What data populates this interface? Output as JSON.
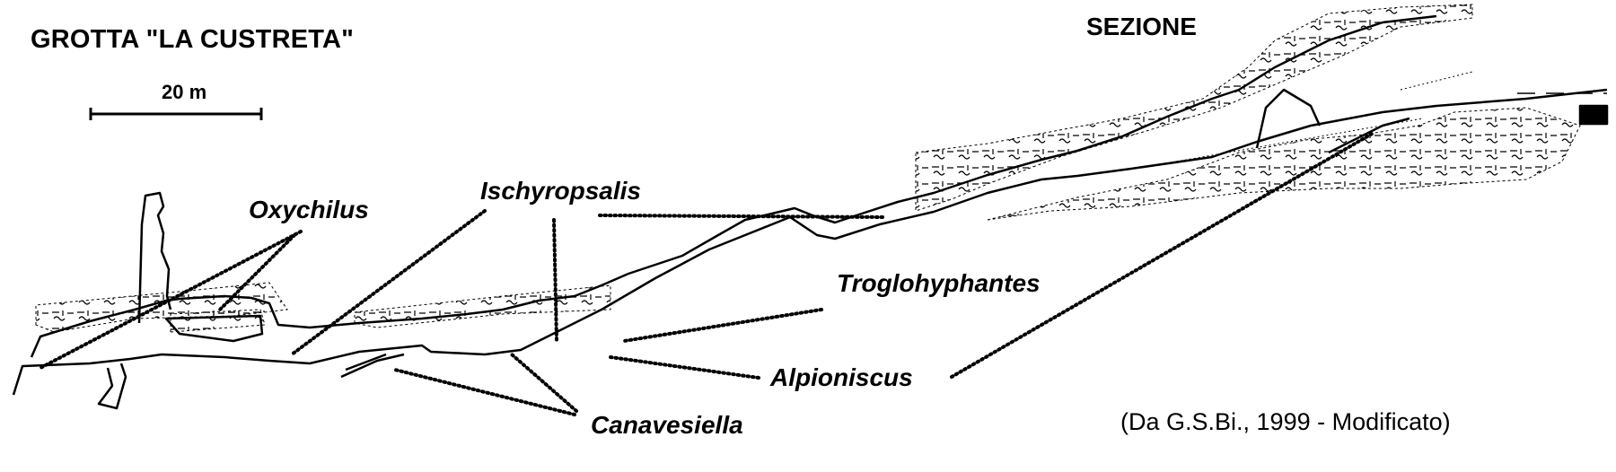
{
  "title": "GROTTA \"LA CUSTRETA\"",
  "section_label": "SEZIONE",
  "scale": {
    "label": "20 m"
  },
  "species": {
    "oxychilus": "Oxychilus",
    "ischyropsalis": "Ischyropsalis",
    "troglohyphantes": "Troglohyphantes",
    "alpioniscus": "Alpioniscus",
    "canavesiella": "Canavesiella"
  },
  "credit": "(Da G.S.Bi., 1999 - Modificato)",
  "colors": {
    "ink": "#000000",
    "background": "#ffffff"
  }
}
